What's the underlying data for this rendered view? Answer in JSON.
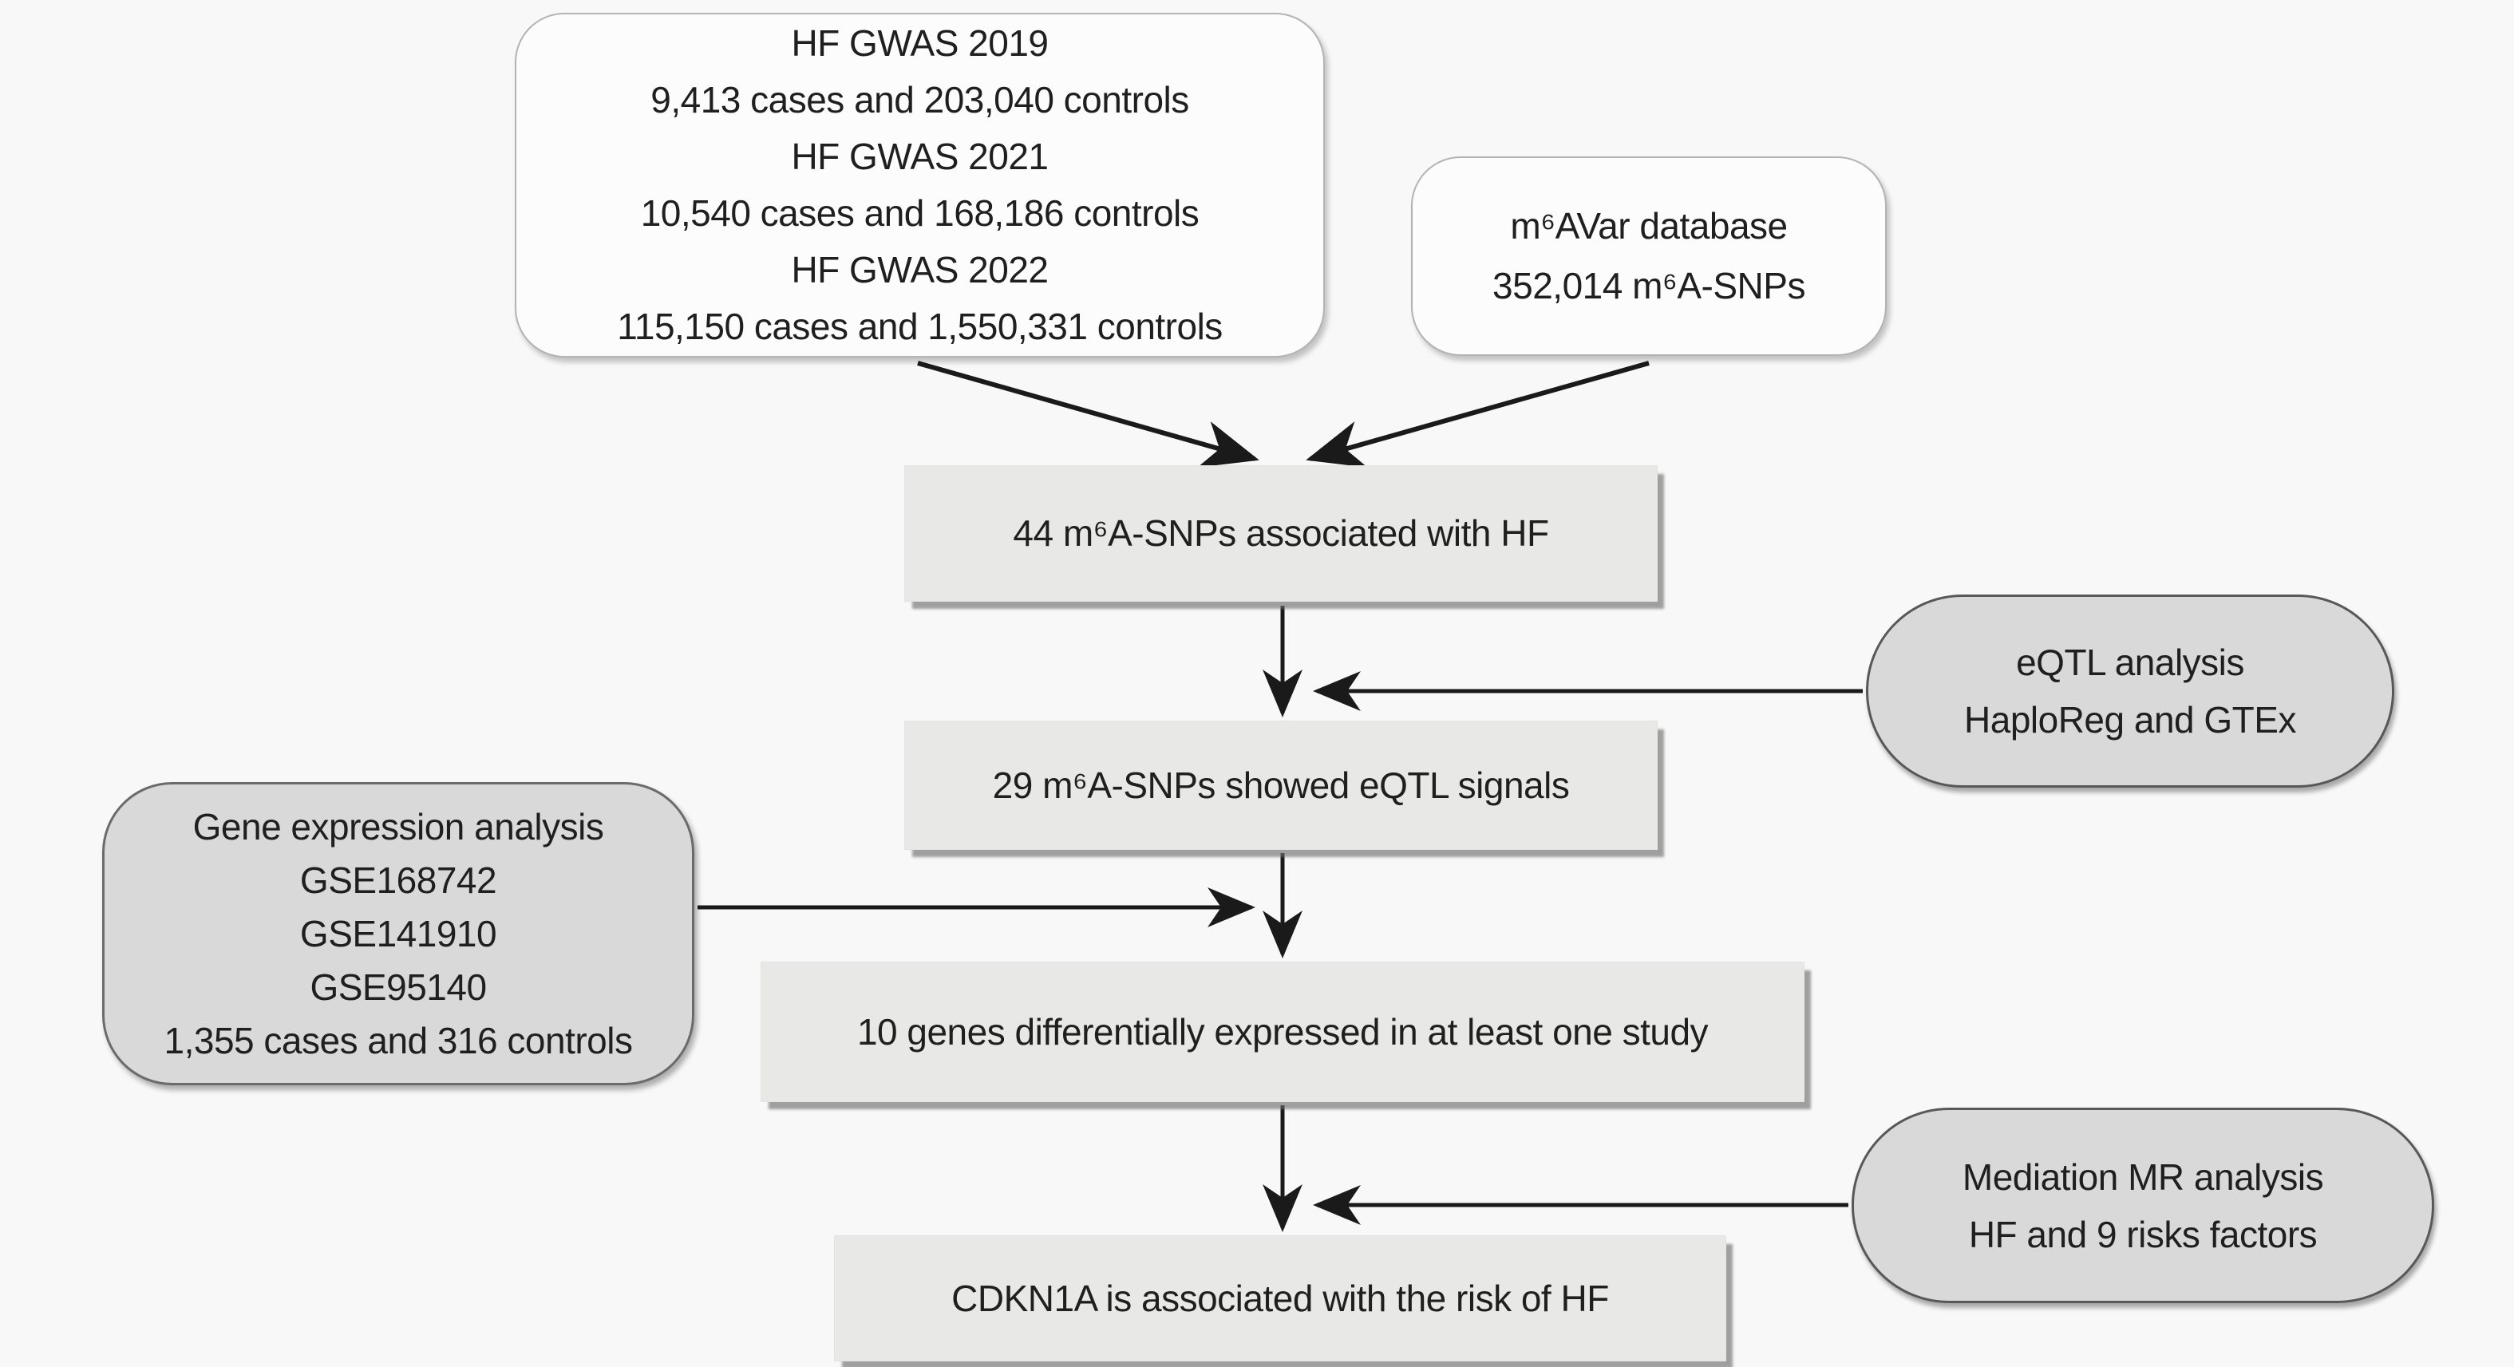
{
  "figure_type": "study-flowchart",
  "colors": {
    "background": "#f8f8f8",
    "source_box_fill": "#fcfcfc",
    "process_box_fill": "#e8e8e7",
    "annotation_box_fill": "#d9d9d9",
    "annotation_border": "#585858",
    "arrow": "#1a1a1a",
    "text": "#1f1f1f"
  },
  "nodes": {
    "gwas_sources": {
      "lines": [
        "HF GWAS 2019",
        "9,413 cases and 203,040 controls",
        "HF GWAS 2021",
        "10,540 cases and 168,186 controls",
        "HF GWAS 2022",
        "115,150 cases and 1,550,331 controls"
      ]
    },
    "m6avar": {
      "lines": [
        "m⁶AVar database",
        "352,014 m⁶A-SNPs"
      ]
    },
    "snps44": {
      "label": "44 m⁶A-SNPs associated with HF"
    },
    "eqtl": {
      "lines": [
        "eQTL analysis",
        "HaploReg and GTEx"
      ]
    },
    "snps29": {
      "label": "29 m⁶A-SNPs showed eQTL signals"
    },
    "gene_expression": {
      "lines": [
        "Gene expression analysis",
        "GSE168742",
        "GSE141910",
        "GSE95140",
        "1,355 cases and 316 controls"
      ]
    },
    "genes10": {
      "label": "10 genes differentially expressed in at least one study"
    },
    "mediation": {
      "lines": [
        "Mediation MR analysis",
        "HF and 9 risks factors"
      ]
    },
    "cdkn1a": {
      "label": "CDKN1A is associated with the risk of HF"
    }
  }
}
